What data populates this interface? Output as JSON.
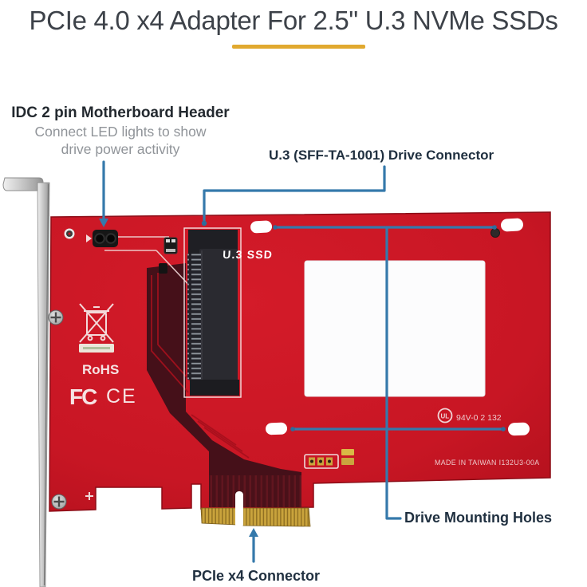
{
  "title": {
    "text": "PCIe 4.0 x4 Adapter For 2.5\" U.3 NVMe SSDs",
    "underline_color": "#e1a92f"
  },
  "annotations": {
    "leader_color": "#3579ab",
    "idc_header": {
      "heading": "IDC 2 pin Motherboard Header",
      "line1": "Connect LED lights to show",
      "line2": "drive power activity"
    },
    "u3_connector": {
      "label": "U.3 (SFF-TA-1001) Drive Connector"
    },
    "mounting_holes": {
      "label": "Drive Mounting Holes"
    },
    "pcie_connector": {
      "label": "PCIe x4 Connector"
    }
  },
  "card": {
    "pcb_color": "#c81624",
    "dark_trace_color": "#451019",
    "gold_color": "#c9a33c",
    "bracket_color": "#cfcfcf",
    "silkscreen": {
      "u3_ssd": "U.3 SSD",
      "rohs": "RoHS",
      "fcc": "FC",
      "ce": "CE",
      "ul_mark": "UL",
      "ul_rating": "94V-0 2 132",
      "made_in": "MADE IN TAIWAN I132U3-00A"
    }
  }
}
